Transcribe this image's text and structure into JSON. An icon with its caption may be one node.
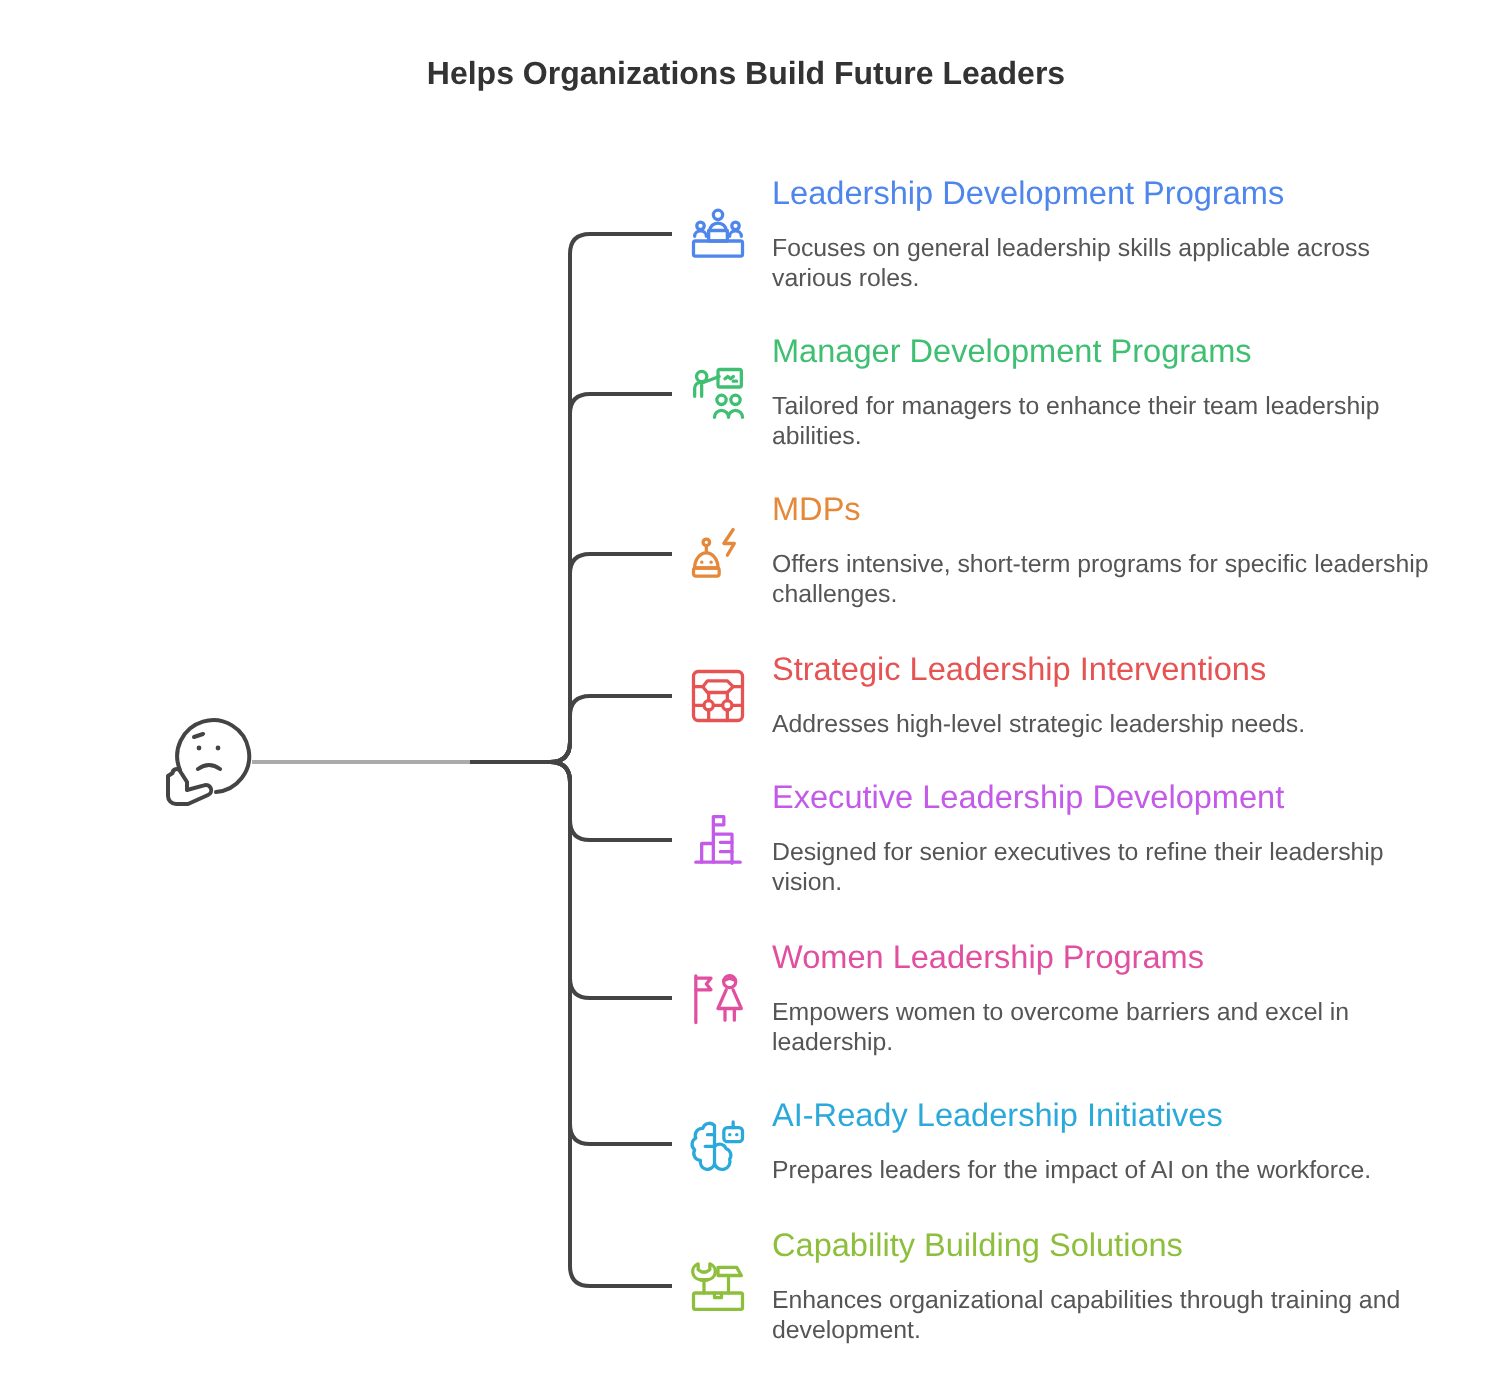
{
  "diagram": {
    "title": "Helps Organizations Build Future Leaders",
    "nodes": [
      {
        "text": [],
        "shape": "picture"
      },
      {
        "text": [
          "Leadership Development Programs",
          "Focuses on general leadership skills applicable across various roles."
        ]
      },
      {
        "text": [
          "Manager Development Programs",
          "Tailored for managers to enhance their team leadership abilities."
        ]
      },
      {
        "text": [
          "MDPs",
          "Offers intensive, short-term programs for specific leadership challenges."
        ]
      },
      {
        "text": [
          "Strategic Leadership Interventions",
          "Addresses high-level strategic leadership needs."
        ]
      },
      {
        "text": [
          "Executive Leadership Development",
          "Designed for senior executives to refine their leadership vision."
        ]
      },
      {
        "text": [
          "Women Leadership Programs",
          "Empowers women to overcome barriers and excel in leadership."
        ]
      },
      {
        "text": [
          "AI-Ready Leadership Initiatives",
          "Prepares leaders for the impact of AI on the workforce."
        ]
      },
      {
        "text": [
          "Capability Building Solutions",
          "Enhances organizational capabilities through training and development."
        ]
      }
    ],
    "edges": [
      {
        "from": 0,
        "to": 1,
        "arrow": "none"
      },
      {
        "from": 0,
        "to": 2,
        "arrow": "none"
      },
      {
        "from": 0,
        "to": 3,
        "arrow": "none"
      },
      {
        "from": 0,
        "to": 4,
        "arrow": "none"
      },
      {
        "from": 0,
        "to": 5,
        "arrow": "none"
      },
      {
        "from": 0,
        "to": 6,
        "arrow": "none"
      },
      {
        "from": 0,
        "to": 7,
        "arrow": "none"
      },
      {
        "from": 0,
        "to": 8,
        "arrow": "none"
      }
    ]
  }
}
